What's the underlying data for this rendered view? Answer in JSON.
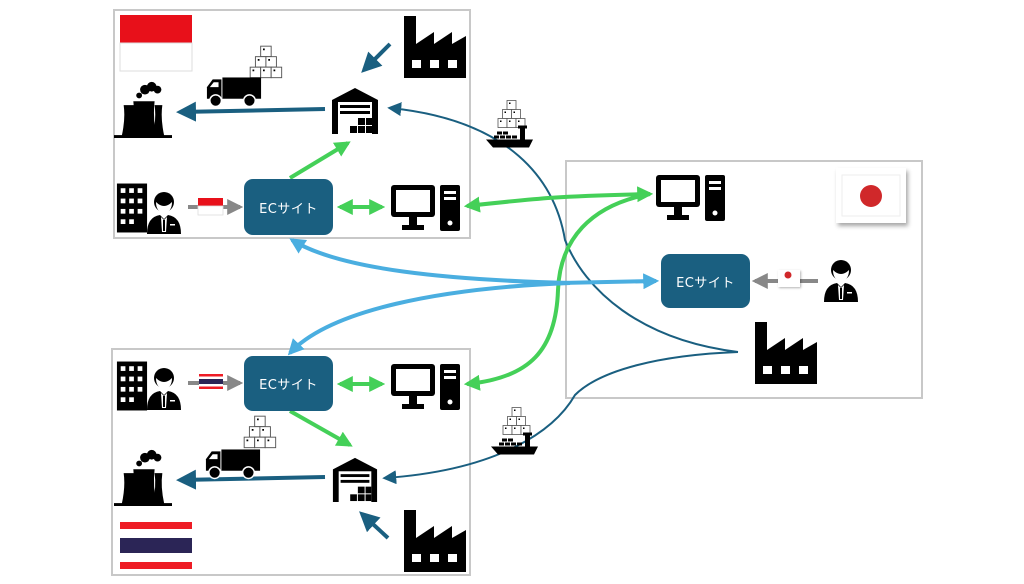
{
  "diagram": {
    "regions": [
      {
        "id": "indonesia",
        "country": "Indonesia",
        "flag": "indonesia-flag"
      },
      {
        "id": "japan",
        "country": "Japan",
        "flag": "japan-flag"
      },
      {
        "id": "thailand",
        "country": "Thailand",
        "flag": "thailand-flag"
      }
    ],
    "ec_site_label": "ECサイト",
    "nodes": {
      "indonesia": {
        "ec_site": "ECサイト",
        "icons": [
          "factory-icon",
          "warehouse-icon",
          "truck-icon",
          "power-plant-icon",
          "office-building-icon",
          "businessman-icon",
          "computer-icon"
        ]
      },
      "japan": {
        "ec_site": "ECサイト",
        "icons": [
          "computer-icon",
          "businessman-icon",
          "factory-icon"
        ]
      },
      "thailand": {
        "ec_site": "ECサイト",
        "icons": [
          "office-building-icon",
          "businessman-icon",
          "computer-icon",
          "truck-icon",
          "power-plant-icon",
          "warehouse-icon",
          "factory-icon"
        ]
      }
    },
    "flows": [
      {
        "type": "shipping",
        "from": "japan factory",
        "to": "indonesia warehouse",
        "via": "cargo-ship-icon"
      },
      {
        "type": "shipping",
        "from": "japan factory",
        "to": "thailand warehouse",
        "via": "cargo-ship-icon"
      },
      {
        "type": "data",
        "from": "japan ec site",
        "to": "indonesia ec site"
      },
      {
        "type": "data",
        "from": "japan ec site",
        "to": "thailand ec site"
      },
      {
        "type": "order",
        "from": "japan computer",
        "to": "indonesia computer",
        "bidirectional": true
      },
      {
        "type": "order",
        "from": "japan computer",
        "to": "thailand computer",
        "bidirectional": true
      }
    ],
    "colors": {
      "ec_box": "#1a5f80",
      "shipping_line": "#1a5f80",
      "data_line": "#4aaee0",
      "order_line": "#44d058",
      "input_arrow": "#888888",
      "border": "#c8c8c8",
      "indonesia_red": "#e8101a",
      "japan_red": "#d0282a",
      "thai_red": "#ee1c25",
      "thai_blue": "#2b2556"
    }
  }
}
